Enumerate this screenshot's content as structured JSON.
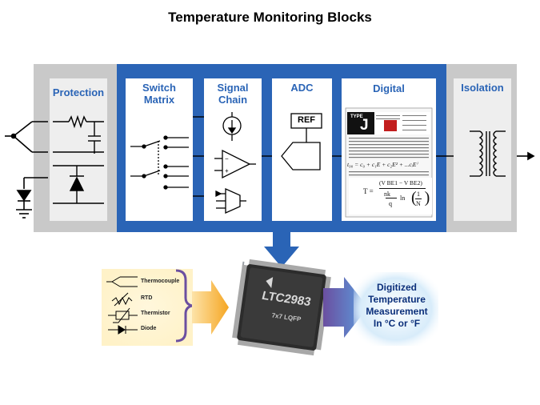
{
  "title": "Temperature Monitoring Blocks",
  "blocks": {
    "protection": "Protection",
    "switch_matrix": [
      "Switch",
      "Matrix"
    ],
    "signal_chain": [
      "Signal",
      "Chain"
    ],
    "adc": "ADC",
    "digital": "Digital",
    "isolation": "Isolation"
  },
  "adc_ref_label": "REF",
  "digital_card": {
    "type_label": "TYPE",
    "type_letter": "J",
    "poly_equation": "t₉₀ = c₀ + c₁E + c₂E² + ...cᵢEⁱ",
    "diode_equation_lhs": "T =",
    "diode_numerator": "(V BE1 − V BE2)",
    "diode_denominator_left": "nk",
    "diode_denominator_q": "q",
    "diode_ln": "ln",
    "diode_frac_top": "1",
    "diode_frac_bottom": "N"
  },
  "sensors": [
    "Thermocouple",
    "RTD",
    "Thermistor",
    "Diode"
  ],
  "chip": {
    "part": "LTC2983",
    "package": "7x7 LQFP"
  },
  "output": [
    "Digitized",
    "Temperature",
    "Measurement",
    "In °C or °F"
  ],
  "colors": {
    "blue": "#2a64b6",
    "gray": "#c9c9c9",
    "orange": "#f5a623",
    "purple": "#6b4fa0",
    "dark_navy": "#0b2f7a"
  }
}
